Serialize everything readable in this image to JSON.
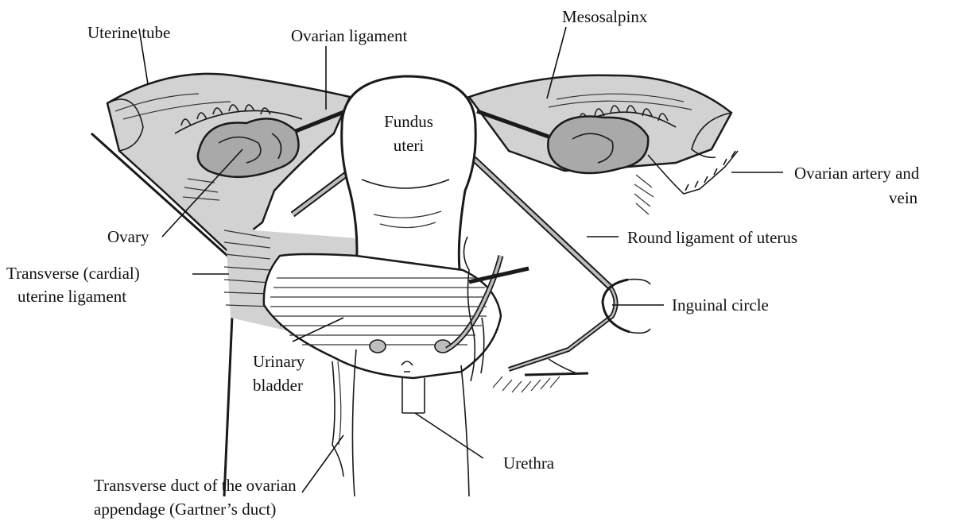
{
  "labels": {
    "uterine_tube": "Uterine tube",
    "ovarian_ligament": "Ovarian ligament",
    "mesosalpinx": "Mesosalpinx",
    "fundus_line1": "Fundus",
    "fundus_line2": "uteri",
    "ovarian_artery_line1": "Ovarian artery and",
    "ovarian_artery_line2": "vein",
    "ovary": "Ovary",
    "round_ligament": "Round ligament of uterus",
    "transverse_cardial_line1": "Transverse (cardial)",
    "transverse_cardial_line2": "uterine ligament",
    "inguinal_circle": "Inguinal circle",
    "urinary_bladder_line1": "Urinary",
    "urinary_bladder_line2": "bladder",
    "urethra": "Urethra",
    "gartner_line1": "Transverse duct of the ovarian",
    "gartner_line2": "appendage (Gartner’s duct)"
  },
  "colors": {
    "tissue_fill": "#d2d2d2",
    "uterus_fill": "#ffffff",
    "ovary_fill": "#a9a9a9",
    "ink": "#1a1a1a",
    "background": "#ffffff"
  }
}
